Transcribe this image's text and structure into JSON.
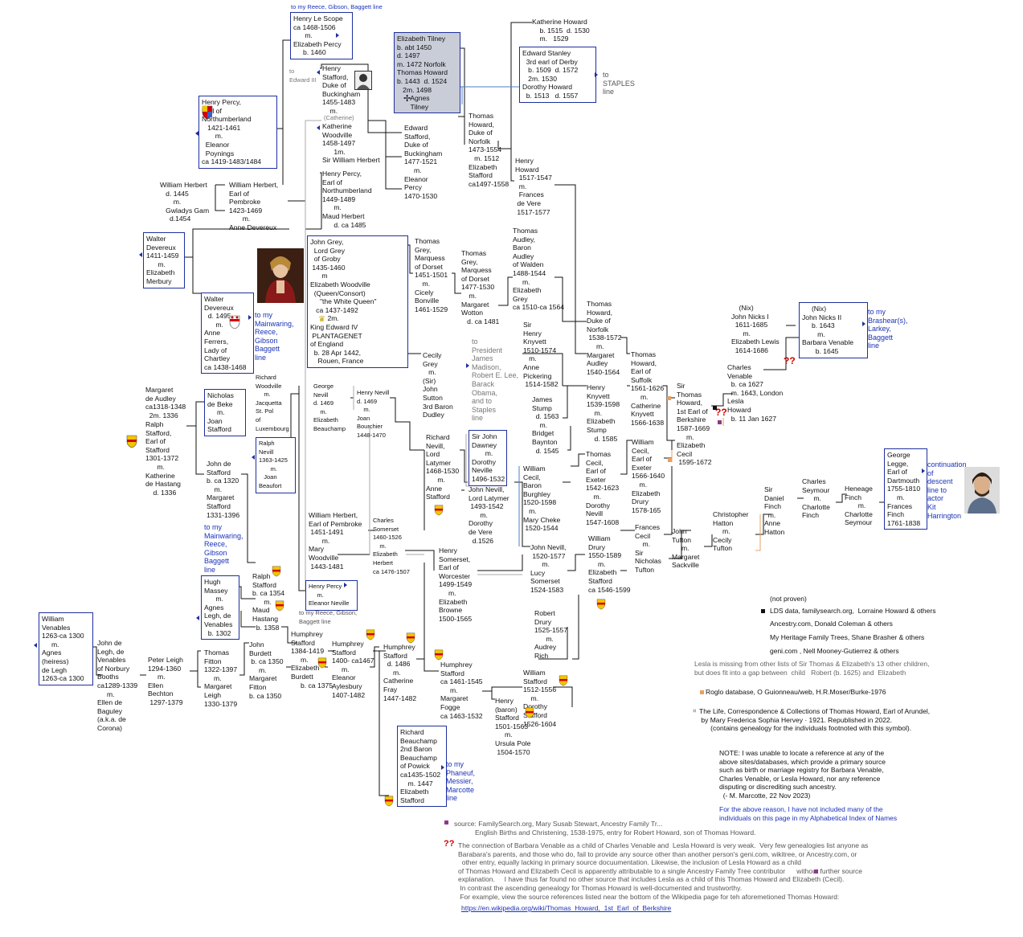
{
  "people": {
    "scope": "Henry Le Scope\nca 1468-1506\n      m.\nElizabeth Percy\n     b. 1460",
    "stafford_buck": "Henry\nStafford,\nDuke of\nBuckingham\n1455-1483\n    m.",
    "catherine_label": "(Catherine)",
    "katherine_wood": "Katherine\nWoodville\n1458-1497\n      1m.\nSir William Herbert",
    "percy_north": "Henry Percy,\nEarl of\nNorthumberland\n   1421-1461\n       m.\n  Eleanor\n  Poynings\nca 1419-1483/1484",
    "tilney": "Elizabeth Tilney\nb. abt 1450\nd. 1497\nm. 1472 Norfolk\nThomas Howard\nb. 1443  d. 1524\n   2m. 1498\n       Agnes\n       Tilney",
    "khoward": "Katherine Howard\n    b. 1515  d. 1530\n    m.   1529",
    "stanley": "Edward Stanley\n  3rd earl of Derby\n   b. 1509  d. 1572\n   2m. 1530\nDorothy Howard\n  b. 1513   d. 1557",
    "thoward_norfolk": "Thomas\nHoward,\nDuke of\nNorfolk\n1473-1554\n   m. 1512\nElizabeth\nStafford\nca1497-1558",
    "edward_stafford": "Edward\nStafford,\nDuke of\nBuckingham\n1477-1521\n     m.\nEleanor\nPercy\n1470-1530",
    "henry_howard": "Henry\nHoward\n  1517-1547\n  m.\n  Frances\n de Vere\n 1517-1577",
    "wherbert_sr": "William Herbert\n   d. 1445\n       m.\n   Gwladys Gam\n     d.1454",
    "wherbert_pem": "William Herbert,\nEarl of\nPembroke\n1423-1469\n       m.\nAnne Devereux",
    "percy_north2": "Henry Percy,\nEarl of\nNorthumberland\n1449-1489\n      m.\nMaud Herbert\n      d. ca 1485",
    "walter_dev1": "Walter\nDevereux\n1411-1459\n      m.\nElizabeth\nMerbury",
    "walter_dev2": "Walter\nDevereux\n  d. 1495\n      m.\nAnne\nFerrers,\nLady of\nChartley\nca 1438-1468",
    "john_grey": "John Grey,\n  Lord Grey\n  of Groby\n 1435-1460\n      m\nElizabeth Woodville\n  (Queen/Consort)\n     \"the White Queen\"\n   ca 1437-1492\n         2m.\nKing Edward IV\n PLANTAGENET\nof England\n  b. 28 Apr 1442,\n    Rouen, France",
    "thomas_grey1": "Thomas\nGrey,\nMarquess\nof Dorset\n1451-1501\n    m.\nCicely\nBonville\n1461-1529",
    "thomas_grey2": "Thomas\nGrey,\nMarquess\nof Dorset\n1477-1530\n    m.\nMargaret\nWotton\n   d. ca 1481",
    "audley": "Thomas\nAudley,\nBaron\nAudley\nof Walden\n1488-1544\n     m.\nElizabeth\nGrey\nca 1510-ca 1564",
    "thoward_norfolk2": "Thomas\nHoward,\nDuke of\nNorfolk\n 1538-1572\n     m.\nMargaret\nAudley\n1540-1564",
    "cecily_grey": "Cecily\nGrey\n   m.\n(Sir)\nJohn\nSutton\n3rd Baron\nDudley",
    "knyvett1": "Sir\nHenry\nKnyvett\n1510-1574\n   m.\nAnne\nPickering\n 1514-1582",
    "knyvett2": "Henry\nKnyvett\n1539-1598\n    m.\nElizabeth\nStump\n    d. 1585",
    "stump": "James\nStump\n  d. 1563\n    m.\nBridget\nBaynton\n  d. 1545",
    "thoward_suffolk": "Thomas\nHoward,\nEarl of\nSuffolk\n1561-1626\n     m.\nCatherine\nKnyvett\n1566-1638",
    "thoward_berk": "Sir\nThomas\nHoward,\n1st Earl of\nBerkshire\n1587-1669\n     m.\nElizabeth\nCecil\n 1595-1672",
    "lesla": "Charles\nVenable\n  b. ca 1627\n  m. 1643, London\nLesla\nHoward\n  b. 11 Jan 1627",
    "nicks1": "    (Nix)\nJohn Nicks I\n  1611-1685\n      m.\nElizabeth Lewis\n  1614-1686",
    "nicks2": "     (Nix)\nJohn Nicks II\n     b. 1643\n        m.\nBarbara Venable\n       b. 1645",
    "margaret_audley": "Margaret\nde Audley\nca1318-1348\n  2m. 1336",
    "ralph_stafford1": "Ralph\nStafford,\nEarl of\nStafford\n1301-1372\n      m.\nKatherine\nde Hastang\n    d. 1336",
    "nicholas_beke": "Nicholas\nde Beke\n     m.\nJoan\nStafford",
    "john_stafford": "John de\nStafford\nb. ca 1320\n    m.\nMargaret\nStafford\n1331-1396",
    "richard_wood": "Richard\nWoodville\n     m.\nJacquetta\nSt. Pol\nof\nLuxembourg",
    "george_nevill": "George\nNevill\nd. 1469\n    m.\nElizabeth\nBeauchamp",
    "henry_nevill": "Henry Nevill\nd. 1469\n    m.\nJoan\nBourchier\n1448-1470",
    "ralph_nevill": "Ralph\nNevill\n1363-1425\n       m.\n   Joan\nBeaufort",
    "richard_nevill": "Richard\nNevill,\nLord\nLatymer\n1468-1530\n      m.\nAnne\nStafford",
    "dawney": "Sir John\nDawney\n       m.\nDorothy\nNeville\n1496-1532",
    "john_nevill1": "John Nevill,\nLord Latymer\n 1493-1542\n      m.\nDorothy\nde Vere\n  d.1526",
    "wcecil": "William\nCecil,\nBaron\nBurghley\n1520-1598\n   m.\nMary Cheke\n 1520-1544",
    "thomas_cecil": "Thomas\nCecil,\nEarl of\nExeter\n1542-1623\n    m.\nDorothy\nNevill\n1547-1608",
    "wcecil_exeter": "William\nCecil,\nEarl of\nExeter\n1566-1640\n    m.\nElizabeth\nDrury\n1578-165",
    "frances_cecil": "Frances\nCecil\n    m.\nSir\nNicholas\nTufton",
    "john_nevill2": "John Nevill,\n 1520-1577\n      m.\nLucy\nSomerset\n1524-1583",
    "wherbert_pem2": "William Herbert,\nEarl of Pembroke\n 1451-1491\n       m.\nMary\nWoodville\n 1443-1481",
    "somerset_charles": "Charles\nSomerset\n1460-1526\n    m.\nElizabeth\nHerbert\nca 1476-1507",
    "henry_somerset": "Henry\nSomerset,\nEarl of\nWorcester\n1499-1549\n     m.\nElizabeth\nBrowne\n1500-1565",
    "wdrury": "William\nDrury\n1550-1589\n     m.\nElizabeth\nStafford\nca 1546-1599",
    "rdrury": "Robert\nDrury\n1525-1557\n      m.\nAudrey\nRich",
    "john_tufton": "John\nTufton\n     m.\nMargaret\nSackville",
    "hatton": "Christopher\nHatton\n     m.\nCecily\nTufton",
    "finch_daniel": "Sir\nDaniel\nFinch\n  m.\nAnne\nHatton",
    "seymour": "Charles\nSeymour\n      m.\nCharlotte\nFinch",
    "heneage": "Heneage\nFinch\n       m.\nCharlotte\nSeymour",
    "legge": "George\nLegge,\nEarl of\nDartmouth\n1755-1810\n     m.\nFrances\nFinch\n1761-1838",
    "percy_nevill": "Henry Percy\n     m.\nEleanor Neville",
    "hugh_massey": "Hugh\nMassey\n      m.\nAgnes\nLegh, de\nVenables\n  b. 1302",
    "ralph_stafford2": "Ralph\nStafford\nb. ca 1354\n      m.\nMaud\nHastang\n  b. 1358",
    "wvenables": "William\nVenables\n1263-ca 1300\n     m.\nAgnes\n(heiress)\nde Legh\n1263-ca 1300",
    "john_legh": "John de\nLegh, de\nVenables\nof Norbury\nBooths\nca1289-1339\n     m.\nEllen de\nBaguley\n(a.k.a. de\nCorona)",
    "peter_legh": "Peter Leigh\n1294-1360\n     m.\nEllen\nBechton\n 1297-1379",
    "thomas_fitton": "Thomas\nFitton\n1322-1397\n     m.\nMargaret\nLeigh\n1330-1379",
    "john_burdett": "John\nBurdett\n b. ca 1350\n     m.\nMargaret\nFitton\nb. ca 1350",
    "humphrey1": "Humphrey\nStafford\n1384-1419\n     m.\nElizabeth\nBurdett\n     b. ca 1375",
    "humphrey2": "Humphrey\nStafford\n1400- ca1467\n     m.\nEleanor\nAylesbury\n1407-1482",
    "humphrey3": "Humphrey\nStafford\n  d. 1486\n     m.\nCatherine\nFray\n1447-1482",
    "humphrey4": "Humphrey\nStafford\nca 1461-1545\n     m.\nMargaret\nFogge\nca 1463-1532",
    "wstafford": "William\nStafford\n1512-1556\n    m.\nDorothy\nStafford\n1526-1604",
    "henry_baron": "Henry\n(baron)\nStafford\n1501-1563\n     m.\nUrsula Pole\n 1504-1570",
    "beauchamp": "Richard\nBeauchamp\n2nd Baron\nBeauchamp\nof Powick\nca1435-1502\n    m. 1447\nElizabeth\nStafford"
  },
  "links": {
    "scope_line": "to my Reece, Gibson, Baggett line",
    "edward3": "to\nEdward III",
    "staples": "to\nSTAPLES\nline",
    "brashear": "to my\nBrashear(s),\nLarkey,\nBaggett\nline",
    "mainwaring1": "to my\nMainwaring,\nReece,\nGibson\nBaggett\nline",
    "president": "to\nPresident\nJames\nMadison,\nRobert E. Lee,\nBarack\nObama,\nand to\nStaples\nline",
    "mainwaring2": "to my\nMainwaring,\nReece,\nGibson\nBaggett\nline",
    "reece_bottom": "to my Reece, Gibson,\nBaggett line",
    "phaneuf": "to my\nPhaneuf,\nMessier,\nMarcotte\nline",
    "harington": "continuation\nof\ndescent\nline to\nactor\nKit\nHarrington"
  },
  "marks": {
    "qq": "??"
  },
  "sources": {
    "not_proven": "(not proven)",
    "lds": "LDS data, familysearch.org,  Lorraine Howard & others",
    "ancestry": "Ancestry.com, Donald Coleman & others",
    "heritage": "My Heritage Family Trees, Shane Brasher & others",
    "geni": "geni.com , Nell Mooney-Gutierrez & others",
    "lesla_missing": "Lesla is missing from other lists of Sir Thomas & Elizabeth's 13 other children,\nbut does fit into a gap between  child   Robert (b. 1625) and  Elizabeth",
    "roglo": "Roglo database, O Guionneau/web, H.R.Moser/Burke-1976",
    "life": "The Life, Correspondence & Collections of Thomas Howard, Earl of Arundel,\n by Mary Frederica Sophia Hervey · 1921. Republished in 2022.\n      (contains genealogy for the individuals footnoted with this symbol).",
    "note": "NOTE: I was unable to locate a reference at any of the\nabove sites/databases, which provide a primary source\nsuch as birth or marriage registry for Barbara Venable,\nCharles Venable, or Lesla Howard, nor any reference\ndisputing or discrediting such ancestry.\n  (- M. Marcotte, 22 Nov 2023)",
    "above_reason": "For the above reason, I have not included many of the\nindividuals on this page in my Alphabetical Index of Names",
    "familysearch": "source: FamilySearch.org, Mary Susab Stewart, Ancestry Family Tr...\n           English Births and Christening, 1538-1975, entry for Robert Howard, son of Thomas Howard.",
    "connection": "The connection of Barbara Venable as a child of Charles Venable and  Lesla Howard is very weak.  Very few genealogies list anyone as\nBarabara's parents, and those who do, fail to provide any source other than another person's geni.com, wikitree, or Ancestry.com, or\n  other entry, equally lacking in primary source docuumentation. Likewise, the inclusion of Lesla Howard as a child\nof Thomas Howard and Elizabeth Cecil is apparently attributable to a single Ancestry Family Tree contributor      without further source\nexplanation.     I have thus far found no other source that includes Lesla as a child of this Thomas Howard and Elizabeth (Cecil).\n In contrast the ascending genealogy for Thomas Howard is well-documented and trustworthy.\n For example, view the source references listed near the bottom of the Wikipedia page for teh aforemetioned Thomas Howard:",
    "url": "https://en.wikipedia.org/wiki/Thomas_Howard,_1st_Earl_of_Berkshire"
  },
  "colors": {
    "box_border": "#1f2f9e",
    "line": "#111111",
    "line_grey": "#aaaaaa",
    "line_blue": "#4a7fc4",
    "line_orange": "#e8a060",
    "link_text": "#1a33b8",
    "shield_yellow": "#f5c400",
    "shield_red": "#d40000"
  }
}
